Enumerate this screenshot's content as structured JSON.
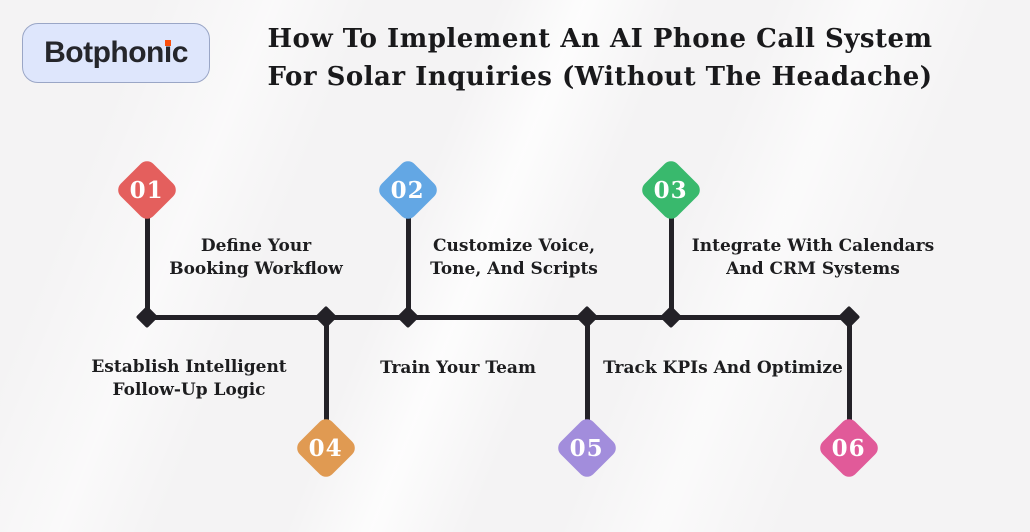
{
  "logo": {
    "name": "Botphonic",
    "text_pre": "Botphon",
    "text_i": "ı",
    "text_post": "c",
    "dot_color": "#fb4e0c",
    "bg_color": "#dee6fc",
    "text_color": "#25262b"
  },
  "title": {
    "line1": "How To Implement An AI Phone Call System",
    "line2": "For Solar Inquiries (Without The Headache)",
    "color": "#19191b"
  },
  "timeline": {
    "line_color": "#232127"
  },
  "steps": [
    {
      "number": "01",
      "label_line1": "Define Your",
      "label_line2": "Booking Workflow",
      "color": "#e45f5d",
      "position": "top"
    },
    {
      "number": "02",
      "label_line1": "Customize Voice,",
      "label_line2": "Tone, And Scripts",
      "color": "#63a7e4",
      "position": "top"
    },
    {
      "number": "03",
      "label_line1": "Integrate With Calendars",
      "label_line2": "And CRM Systems",
      "color": "#39b96d",
      "position": "top"
    },
    {
      "number": "04",
      "label_line1": "Establish Intelligent",
      "label_line2": "Follow-Up Logic",
      "color": "#e09a52",
      "position": "bottom"
    },
    {
      "number": "05",
      "label_line1": "Train Your Team",
      "label_line2": "",
      "color": "#a28ddc",
      "position": "bottom"
    },
    {
      "number": "06",
      "label_line1": "Track KPIs And Optimize",
      "label_line2": "",
      "color": "#e15a99",
      "position": "bottom"
    }
  ]
}
